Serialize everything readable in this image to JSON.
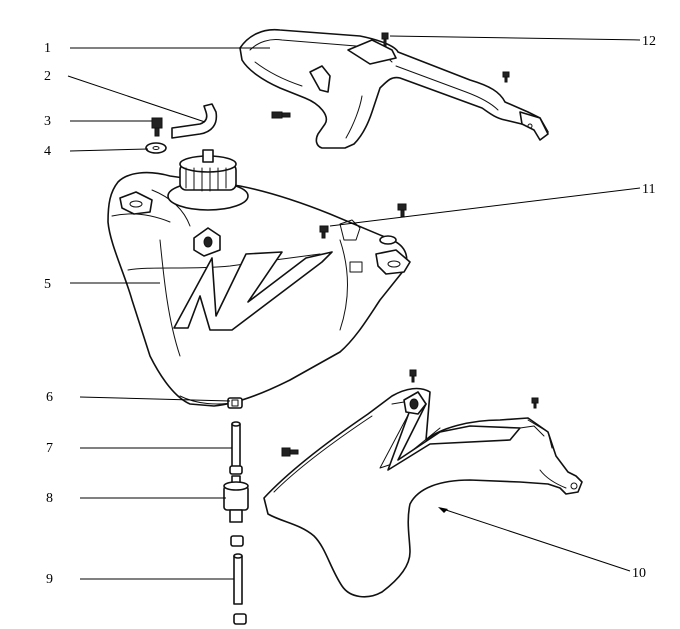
{
  "diagram": {
    "callouts": [
      {
        "id": "1",
        "label": "1"
      },
      {
        "id": "2",
        "label": "2"
      },
      {
        "id": "3",
        "label": "3"
      },
      {
        "id": "4",
        "label": "4"
      },
      {
        "id": "5",
        "label": "5"
      },
      {
        "id": "6",
        "label": "6"
      },
      {
        "id": "7",
        "label": "7"
      },
      {
        "id": "8",
        "label": "8"
      },
      {
        "id": "9",
        "label": "9"
      },
      {
        "id": "10",
        "label": "10"
      },
      {
        "id": "11",
        "label": "11"
      },
      {
        "id": "12",
        "label": "12"
      }
    ]
  },
  "colors": {
    "line": "#111111",
    "background": "#ffffff"
  }
}
